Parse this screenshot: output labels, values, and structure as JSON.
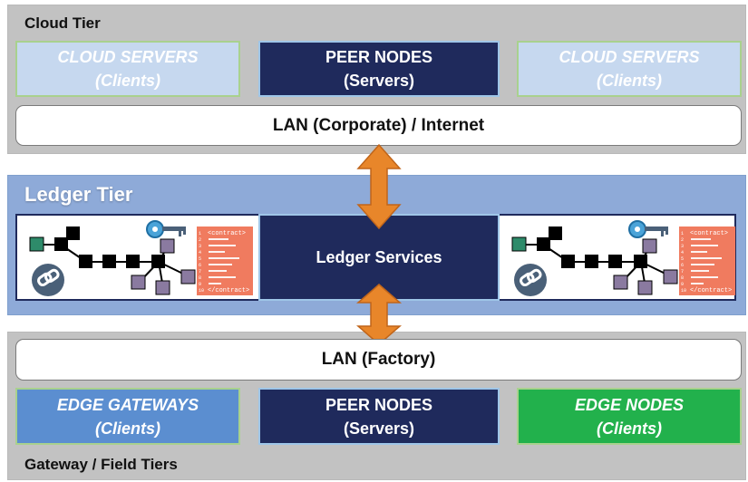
{
  "cloud_tier": {
    "title": "Cloud Tier",
    "left_box": {
      "line1": "CLOUD SERVERS",
      "line2": "(Clients)"
    },
    "center_box": {
      "line1": "PEER NODES",
      "line2": "(Servers)"
    },
    "right_box": {
      "line1": "CLOUD SERVERS",
      "line2": "(Clients)"
    },
    "network_bar": "LAN (Corporate) / Internet"
  },
  "ledger_tier": {
    "title": "Ledger Tier",
    "center_label": "Ledger Services",
    "graphic_icons": [
      "chain-link-icon",
      "key-icon",
      "contract-document-icon",
      "block-chain-icon"
    ],
    "contract_open_tag": "<contract>",
    "contract_close_tag": "</contract>",
    "contract_line_numbers": [
      "1",
      "2",
      "3",
      "4",
      "5",
      "6",
      "7",
      "8",
      "9",
      "10"
    ]
  },
  "gateway_tier": {
    "title": "Gateway / Field Tiers",
    "network_bar": "LAN (Factory)",
    "left_box": {
      "line1": "EDGE GATEWAYS",
      "line2": "(Clients)"
    },
    "center_box": {
      "line1": "PEER NODES",
      "line2": "(Servers)"
    },
    "right_box": {
      "line1": "EDGE NODES",
      "line2": "(Clients)"
    }
  },
  "colors": {
    "grey_tier": "#c2c2c2",
    "ledger_tier": "#8eaad8",
    "navy": "#1f2a5c",
    "light_blue_box": "#c6d8ef",
    "edge_gateway_blue": "#5b8ed0",
    "edge_node_green": "#22b14c",
    "arrow_orange": "#e8862a",
    "contract_salmon": "#f07b5f"
  }
}
